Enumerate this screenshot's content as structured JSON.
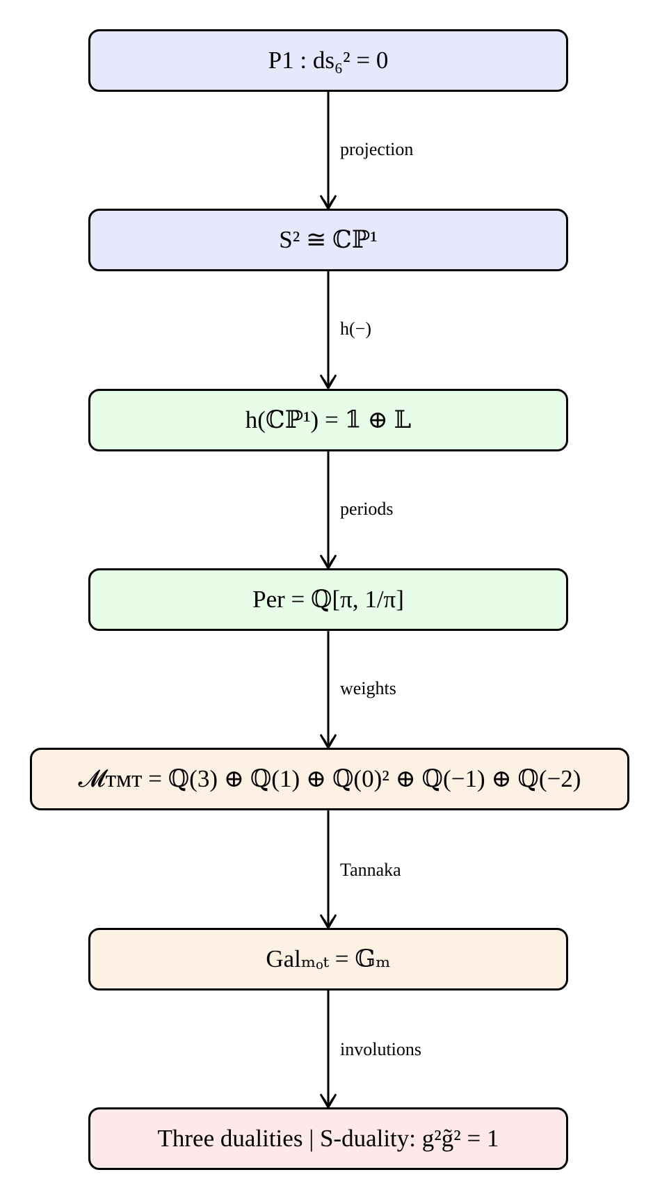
{
  "nodes": [
    {
      "text": "P1 : ds₆² = 0",
      "fill": "#e8e8fd"
    },
    {
      "text": "S² ≅ ℂℙ¹",
      "fill": "#e8e8fd"
    },
    {
      "text": "h(ℂℙ¹) = 𝟙 ⊕ 𝕃",
      "fill": "#e8fde8"
    },
    {
      "text": "Per = ℚ[π, 1/π]",
      "fill": "#e8fde8"
    },
    {
      "text": "𝓜ᴛᴍᴛ = ℚ(3) ⊕ ℚ(1) ⊕ ℚ(0)² ⊕ ℚ(−1) ⊕ ℚ(−2)",
      "fill": "#fdf1e4"
    },
    {
      "text": "Galₘₒₜ = 𝔾ₘ",
      "fill": "#fdf1e4"
    },
    {
      "text": "Three dualities  |  S-duality:  g²g̃² = 1",
      "fill": "#fde8ea"
    }
  ],
  "edges": [
    {
      "label": "projection"
    },
    {
      "label": "h(−)"
    },
    {
      "label": "periods"
    },
    {
      "label": "weights"
    },
    {
      "label": "Tannaka"
    },
    {
      "label": "involutions"
    }
  ]
}
